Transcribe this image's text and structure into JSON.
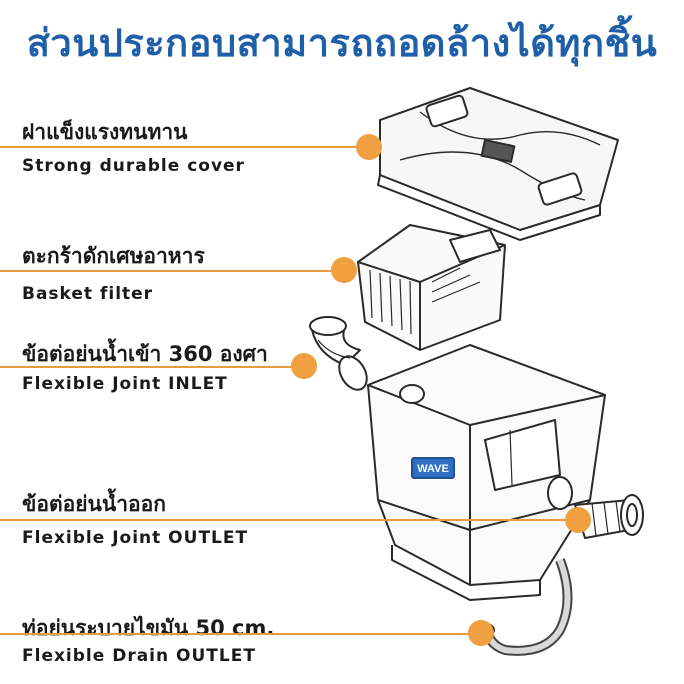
{
  "title": "ส่วนประกอบสามารถถอดล้างได้ทุกชิ้น",
  "brand": "WAVE",
  "parts": [
    {
      "th": "ฝาแข็งแรงทนทาน",
      "en": "Strong durable cover"
    },
    {
      "th": "ตะกร้าดักเศษอาหาร",
      "en": "Basket filter"
    },
    {
      "th": "ข้อต่อย่นน้ำเข้า 360 องศา",
      "en": "Flexible Joint INLET"
    },
    {
      "th": "ข้อต่อย่นน้ำออก",
      "en": "Flexible Joint OUTLET"
    },
    {
      "th": "ท่อย่นระบายไขมัน 50 cm.",
      "en": "Flexible Drain OUTLET"
    }
  ],
  "colors": {
    "title": "#1f5fa8",
    "accent": "#f0a040",
    "line": "#e89a3c",
    "brand_badge": "#2d6fc4"
  }
}
